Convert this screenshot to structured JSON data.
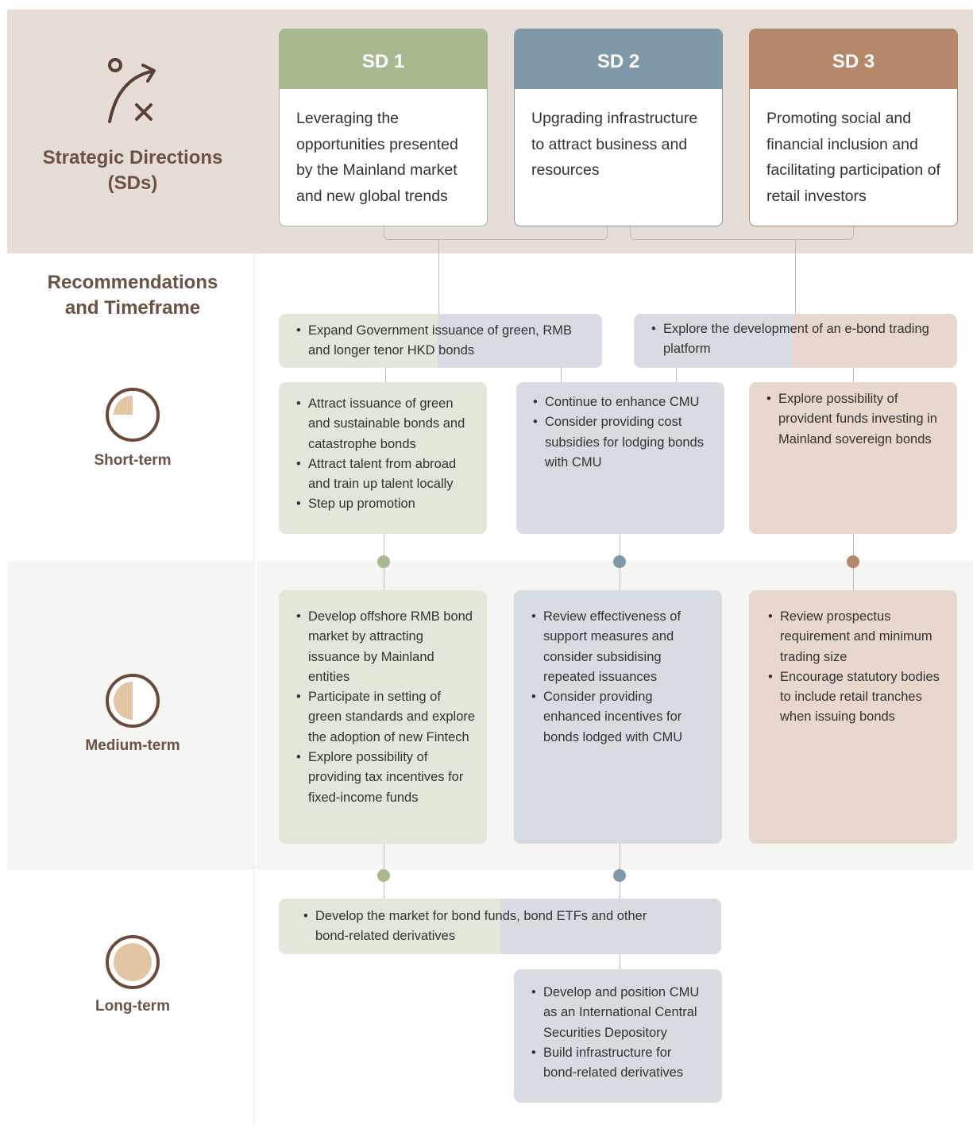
{
  "colors": {
    "sd1": "#a8b88f",
    "sd2": "#8099a8",
    "sd3": "#b5876b",
    "sd1_fill": "#e1e7d9",
    "sd2_fill": "#d6dce2",
    "sd3_fill": "#e8d7cc",
    "label_brown": "#6b5244",
    "header_band": "#e6ddd7"
  },
  "header": {
    "icon": "strategy-play-icon",
    "title_line1": "Strategic Directions",
    "title_line2": "(SDs)"
  },
  "sds": [
    {
      "label": "SD 1",
      "text": "Leveraging the opportunities presented by the Mainland market and new global trends"
    },
    {
      "label": "SD 2",
      "text": "Upgrading infrastructure to attract business and resources"
    },
    {
      "label": "SD 3",
      "text": "Promoting social and financial inclusion and facilitating participation of retail investors"
    }
  ],
  "left": {
    "section_line1": "Recommendations",
    "section_line2": "and Timeframe",
    "short": "Short-term",
    "medium": "Medium-term",
    "long": "Long-term"
  },
  "short_term": {
    "shared_sd1_sd2": [
      "Expand Government issuance of green, RMB and longer tenor HKD bonds"
    ],
    "shared_sd2_sd3": [
      "Explore the development of an e-bond trading platform"
    ],
    "sd1": [
      "Attract issuance of green and sustainable bonds and catastrophe bonds",
      "Attract talent from abroad and train up talent locally",
      "Step up promotion"
    ],
    "sd2": [
      "Continue to enhance CMU",
      "Consider providing cost subsidies for lodging bonds with CMU"
    ],
    "sd3": [
      "Explore possibility of provident funds investing in Mainland sovereign bonds"
    ]
  },
  "medium_term": {
    "sd1": [
      "Develop offshore RMB bond market by attracting issuance by Mainland entities",
      "Participate in setting of green standards and explore the adoption of new Fintech",
      "Explore possibility of providing tax incentives for fixed-income funds"
    ],
    "sd2": [
      "Review effectiveness of support measures and consider subsidising repeated issuances",
      "Consider providing enhanced incentives for bonds lodged with CMU"
    ],
    "sd3": [
      "Review prospectus requirement and minimum trading size",
      "Encourage statutory bodies to include retail tranches when issuing bonds"
    ]
  },
  "long_term": {
    "shared_sd1_sd2": [
      "Develop the market for bond funds, bond ETFs and other bond-related derivatives"
    ],
    "sd2": [
      "Develop and position CMU as an International Central Securities Depository",
      "Build infrastructure for bond-related derivatives"
    ]
  }
}
